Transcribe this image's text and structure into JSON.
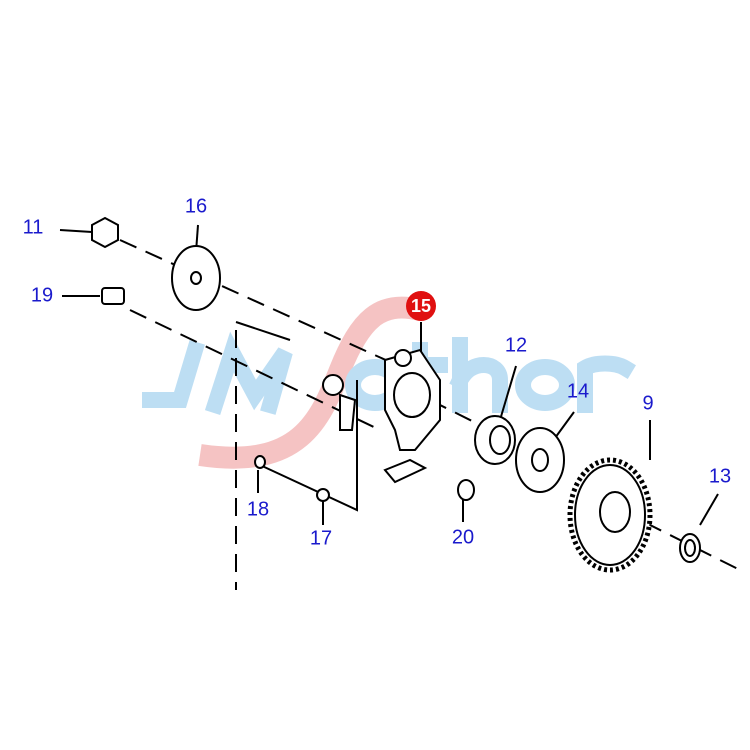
{
  "diagram": {
    "watermark": "JMSother",
    "callouts": [
      {
        "id": "11",
        "label": "11"
      },
      {
        "id": "16",
        "label": "16"
      },
      {
        "id": "19",
        "label": "19"
      },
      {
        "id": "15",
        "label": "15",
        "highlighted": true
      },
      {
        "id": "12",
        "label": "12"
      },
      {
        "id": "14",
        "label": "14"
      },
      {
        "id": "9",
        "label": "9"
      },
      {
        "id": "13",
        "label": "13"
      },
      {
        "id": "18",
        "label": "18"
      },
      {
        "id": "17",
        "label": "17"
      },
      {
        "id": "20",
        "label": "20"
      }
    ],
    "colors": {
      "label": "#1a1acc",
      "highlight": "#e01010",
      "line": "#000000",
      "watermark_blue": "#a8d4f0",
      "watermark_red": "#f0a8a8"
    }
  }
}
